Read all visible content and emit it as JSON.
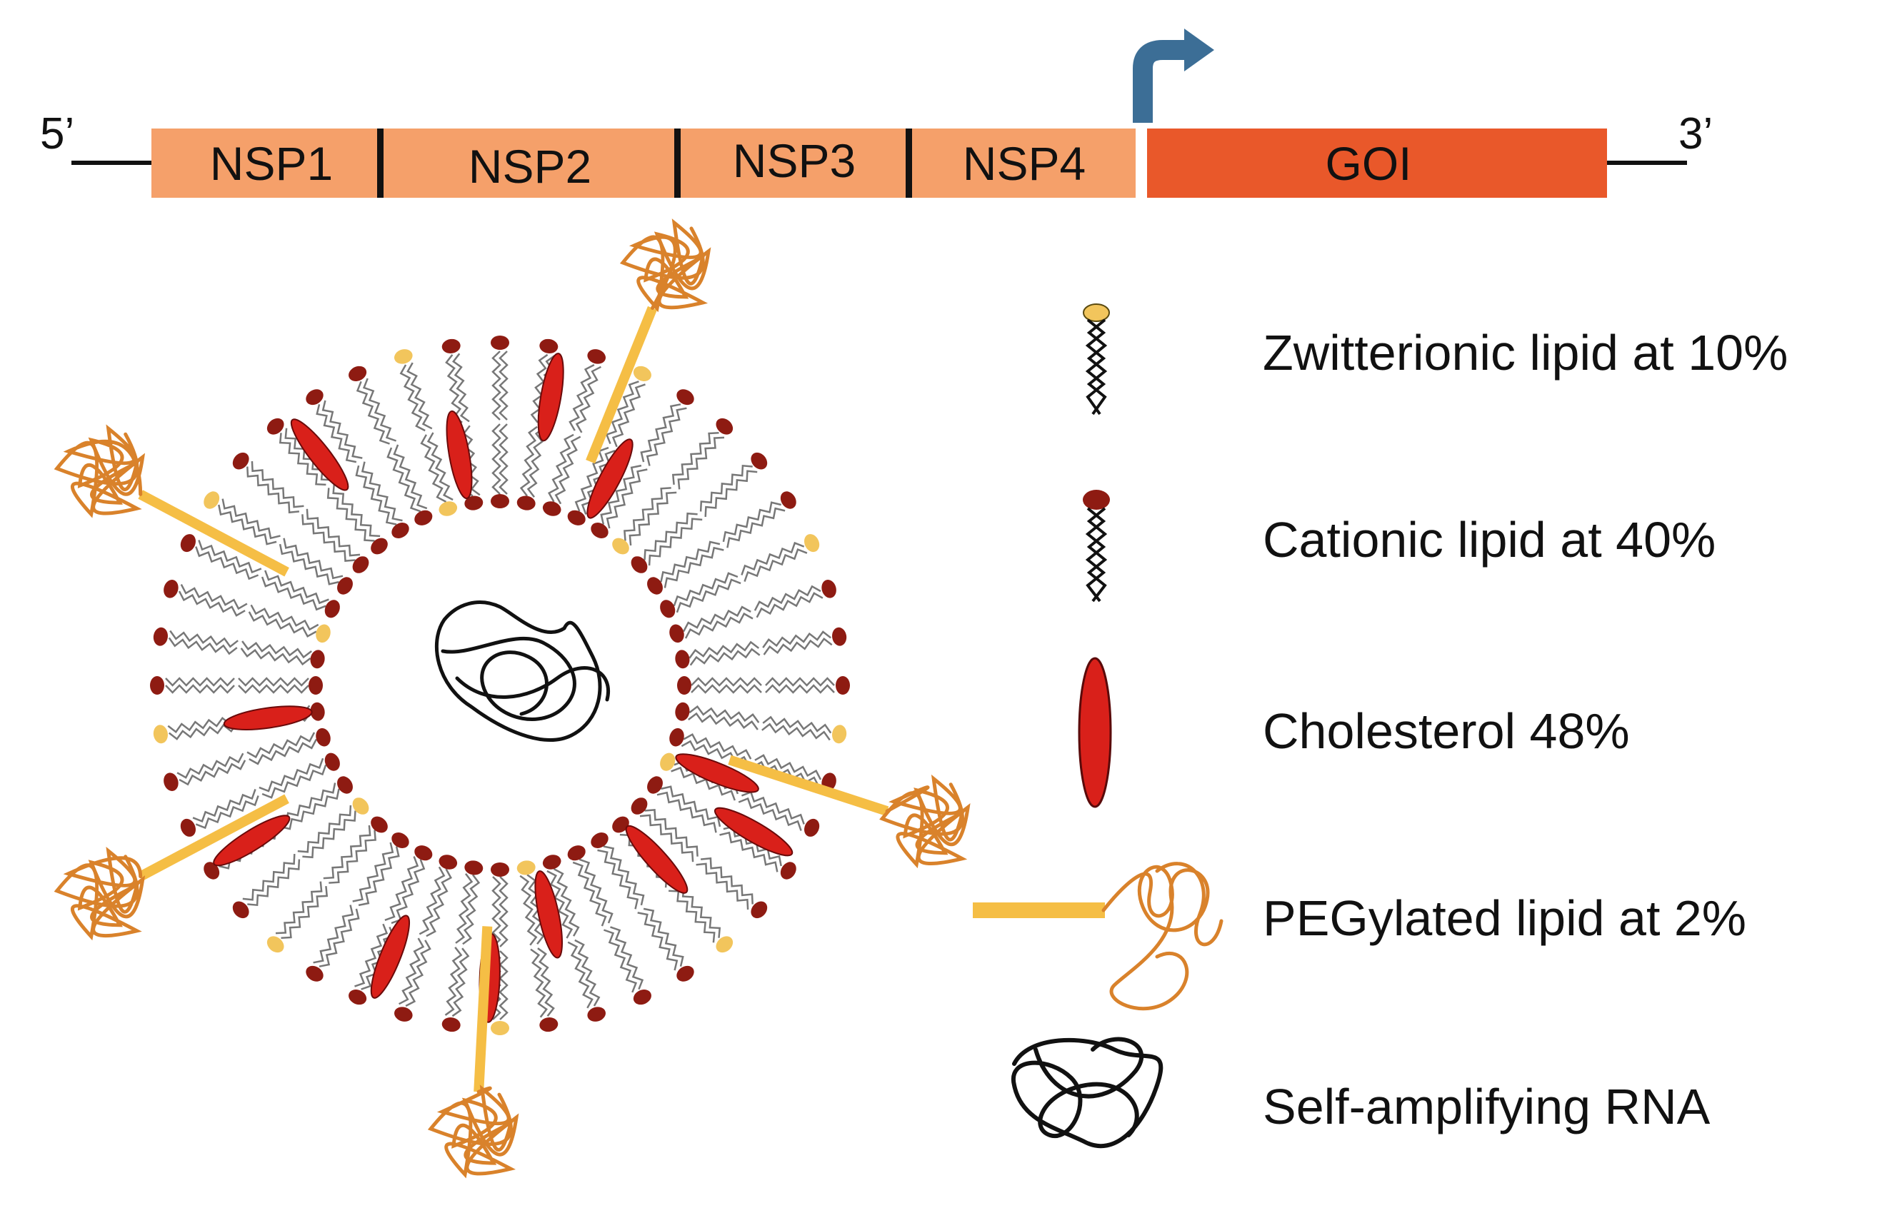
{
  "construct": {
    "five_prime": "5’",
    "three_prime": "3’",
    "segments": [
      {
        "label": "NSP1",
        "color": "#F5A06A"
      },
      {
        "label": "NSP2",
        "color": "#F5A06A"
      },
      {
        "label": "NSP3",
        "color": "#F5A06A"
      },
      {
        "label": "NSP4",
        "color": "#F5A06A"
      },
      {
        "label": "GOI",
        "color": "#E9582A"
      }
    ],
    "promoter_arrow_color": "#3C6E96"
  },
  "legend": {
    "items": [
      {
        "icon": "zwitterionic-lipid-icon",
        "label": "Zwitterionic lipid at 10%",
        "color": "#F2C55C"
      },
      {
        "icon": "cationic-lipid-icon",
        "label": "Cationic lipid at 40%",
        "color": "#8E1B12"
      },
      {
        "icon": "cholesterol-icon",
        "label": "Cholesterol 48%",
        "color": "#D9201A"
      },
      {
        "icon": "pegylated-lipid-icon",
        "label": "PEGylated lipid at 2%",
        "color": "#F5BE45"
      },
      {
        "icon": "self-amplifying-rna-icon",
        "label": "Self-amplifying RNA",
        "color": "#111111"
      }
    ]
  },
  "colors": {
    "peg_coil": "#D9822B",
    "lipid_tail": "#777777",
    "backbone": "#111111"
  }
}
